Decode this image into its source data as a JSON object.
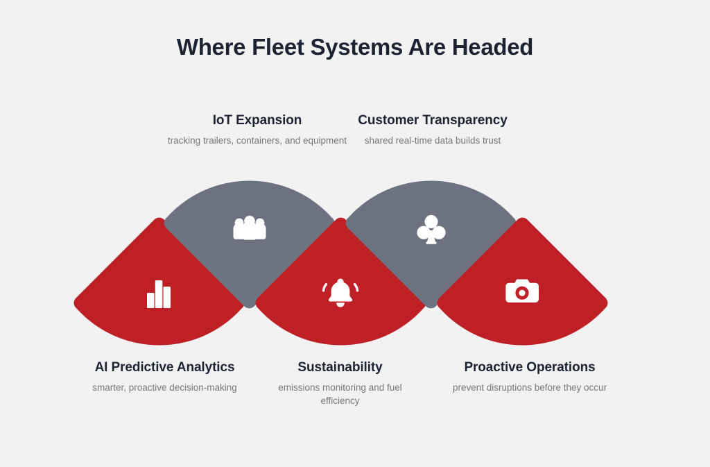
{
  "page": {
    "title": "Where Fleet Systems Are Headed",
    "background_color": "#f2f2f2",
    "title_color": "#1d2333",
    "desc_color": "#777777"
  },
  "palette": {
    "red": "#BE2025",
    "gray": "#6C7280",
    "icon_color": "#ffffff",
    "gap_color": "#f2f2f2"
  },
  "diagram": {
    "type": "fan-wedges",
    "segments": [
      {
        "id": "ai-predictive-analytics",
        "title": "AI Predictive Analytics",
        "desc": "smarter, proactive decision-making",
        "icon": "bar-chart-icon",
        "color": "#BE2025",
        "direction": "up",
        "label_position": "bottom"
      },
      {
        "id": "iot-expansion",
        "title": "IoT Expansion",
        "desc": "tracking trailers, containers, and equipment",
        "icon": "users-group-icon",
        "color": "#6C7280",
        "direction": "down",
        "label_position": "top"
      },
      {
        "id": "sustainability",
        "title": "Sustainability",
        "desc": "emissions monitoring and fuel efficiency",
        "icon": "bell-icon",
        "color": "#BE2025",
        "direction": "up",
        "label_position": "bottom"
      },
      {
        "id": "customer-transparency",
        "title": "Customer Transparency",
        "desc": "shared real-time data builds trust",
        "icon": "club-icon",
        "color": "#6C7280",
        "direction": "down",
        "label_position": "top"
      },
      {
        "id": "proactive-operations",
        "title": "Proactive Operations",
        "desc": "prevent disruptions before they occur",
        "icon": "camera-icon",
        "color": "#BE2025",
        "direction": "up",
        "label_position": "bottom"
      }
    ]
  }
}
